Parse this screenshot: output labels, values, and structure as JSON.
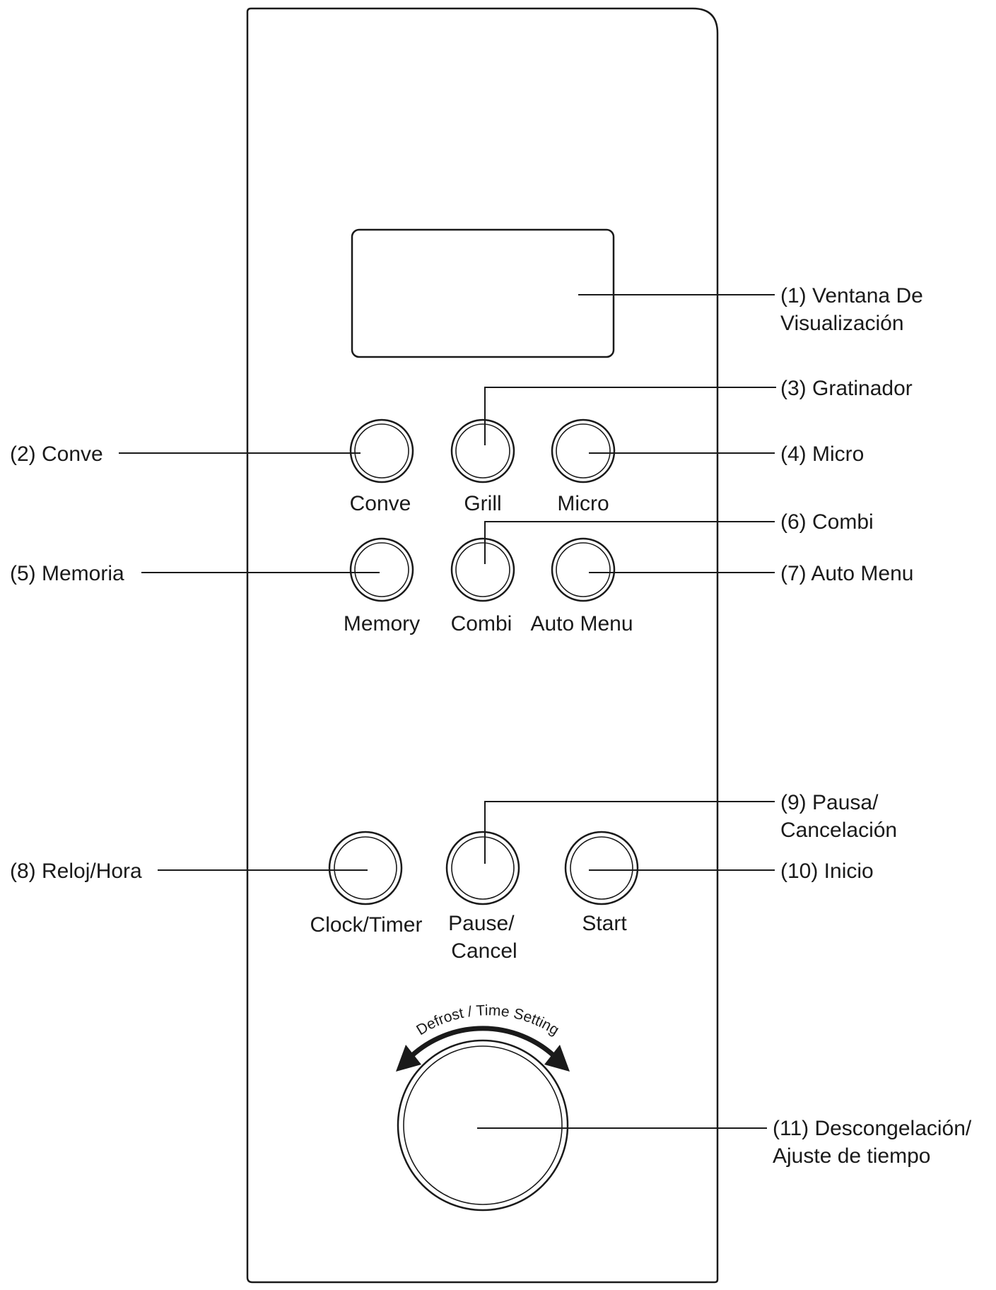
{
  "panel": {
    "display_window": {
      "name": "display-window"
    },
    "buttons": [
      {
        "id": "conve",
        "label": [
          "Conve"
        ]
      },
      {
        "id": "grill",
        "label": [
          "Grill"
        ]
      },
      {
        "id": "micro",
        "label": [
          "Micro"
        ]
      },
      {
        "id": "memory",
        "label": [
          "Memory"
        ]
      },
      {
        "id": "combi",
        "label": [
          "Combi"
        ]
      },
      {
        "id": "auto-menu",
        "label": [
          "Auto Menu"
        ]
      },
      {
        "id": "clock-timer",
        "label": [
          "Clock/Timer"
        ]
      },
      {
        "id": "pause-cancel",
        "label": [
          "Pause/",
          "Cancel"
        ]
      },
      {
        "id": "start",
        "label": [
          "Start"
        ]
      }
    ],
    "dial": {
      "arc_label": "Defrost / Time Setting"
    }
  },
  "callouts": {
    "c1": [
      "(1) Ventana De",
      "Visualización"
    ],
    "c2": [
      "(2) Conve"
    ],
    "c3": [
      "(3) Gratinador"
    ],
    "c4": [
      "(4) Micro"
    ],
    "c5": [
      "(5) Memoria"
    ],
    "c6": [
      "(6) Combi"
    ],
    "c7": [
      "(7) Auto Menu"
    ],
    "c8": [
      "(8) Reloj/Hora"
    ],
    "c9": [
      "(9) Pausa/",
      "Cancelación"
    ],
    "c10": [
      "(10) Inicio"
    ],
    "c11": [
      "(11) Descongelación/",
      "Ajuste de tiempo"
    ]
  }
}
